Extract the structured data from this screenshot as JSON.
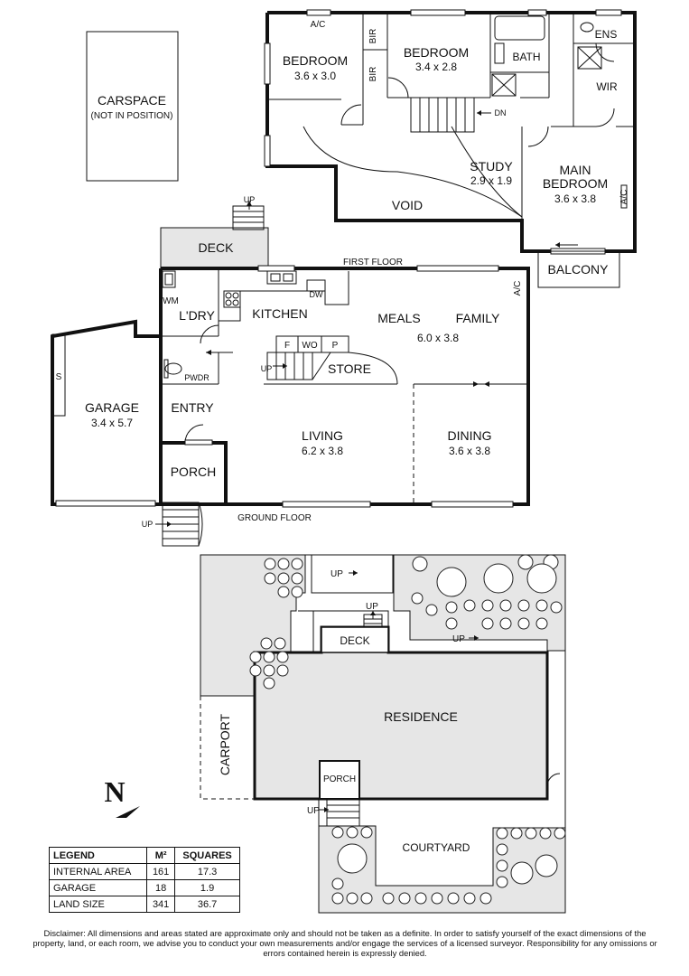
{
  "upper": {
    "carspace": {
      "title": "CARSPACE",
      "note": "(NOT IN POSITION)"
    },
    "bedroom2": {
      "name": "BEDROOM",
      "dims": "3.6 x 3.0"
    },
    "bedroom3": {
      "name": "BEDROOM",
      "dims": "3.4 x 2.8"
    },
    "ac_top": "A/C",
    "bir1": "BIR",
    "bir2": "BIR",
    "bath": "BATH",
    "ens": "ENS",
    "wir": "WIR",
    "dn": "DN",
    "study": {
      "name": "STUDY",
      "dims": "2.9 x 1.9"
    },
    "void": "VOID",
    "main_bedroom": {
      "name1": "MAIN",
      "name2": "BEDROOM",
      "dims": "3.6 x 3.8"
    },
    "ac_main": "A/C",
    "balcony": "BALCONY",
    "floor_label": "FIRST FLOOR"
  },
  "ground": {
    "deck": "DECK",
    "deck_up": "UP",
    "wm": "WM",
    "laundry": "L'DRY",
    "kitchen": "KITCHEN",
    "dw": "DW",
    "meals": "MEALS",
    "family": "FAMILY",
    "family_dims": "6.0 x 3.8",
    "ac": "A/C",
    "f": "F",
    "wo": "WO",
    "p": "P",
    "store": "STORE",
    "stair_up": "UP",
    "pwdr": "PWDR",
    "garage": {
      "name": "GARAGE",
      "dims": "3.4 x 5.7"
    },
    "s": "S",
    "entry": "ENTRY",
    "living": {
      "name": "LIVING",
      "dims": "6.2 x 3.8"
    },
    "dining": {
      "name": "DINING",
      "dims": "3.6 x 3.8"
    },
    "porch": "PORCH",
    "porch_up": "UP",
    "floor_label": "GROUND FLOOR"
  },
  "site": {
    "up1": "UP",
    "up2": "UP",
    "up3": "UP",
    "up4": "UP",
    "deck": "DECK",
    "residence": "RESIDENCE",
    "carport": "CARPORT",
    "porch": "PORCH",
    "courtyard": "COURTYARD",
    "north": "N"
  },
  "legend": {
    "headers": [
      "LEGEND",
      "M²",
      "SQUARES"
    ],
    "rows": [
      {
        "label": "INTERNAL AREA",
        "m2": "161",
        "squares": "17.3"
      },
      {
        "label": "GARAGE",
        "m2": "18",
        "squares": "1.9"
      },
      {
        "label": "LAND SIZE",
        "m2": "341",
        "squares": "36.7"
      }
    ]
  },
  "disclaimer": "Disclaimer: All dimensions and areas stated are approximate only and should not be taken as a definite. In order to satisfy yourself of the exact dimensions of the property, land, or each room, we advise you to conduct your own measurements and/or engage the services of a licensed surveyor. Responsibility for any omissions or errors contained herein is expressly denied."
}
